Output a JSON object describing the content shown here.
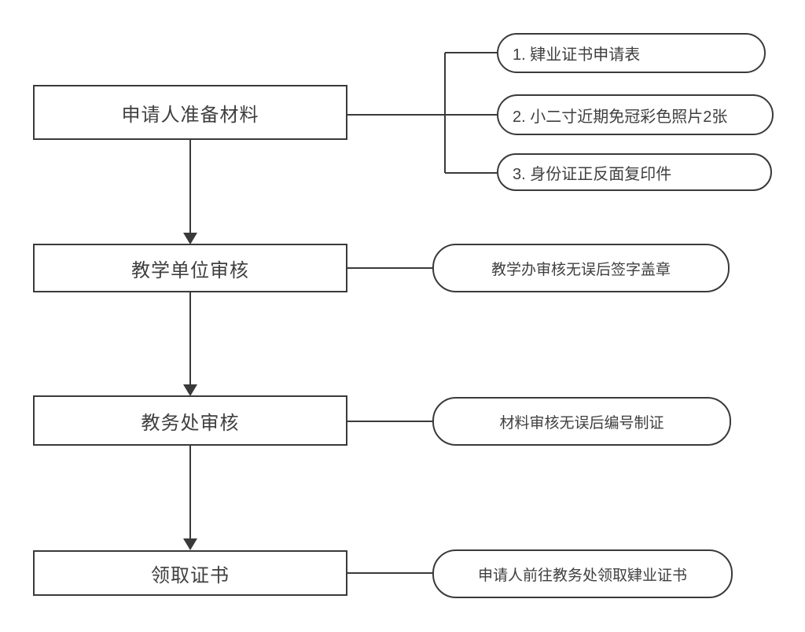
{
  "diagram": {
    "type": "flowchart",
    "colors": {
      "background": "#ffffff",
      "stroke": "#3a3a3a",
      "text": "#3f3f3f"
    },
    "steps": [
      {
        "id": "prepare-materials",
        "label": "申请人准备材料"
      },
      {
        "id": "teaching-unit-review",
        "label": "教学单位审核"
      },
      {
        "id": "academic-affairs-review",
        "label": "教务处审核"
      },
      {
        "id": "receive-certificate",
        "label": "领取证书"
      }
    ],
    "materials": [
      {
        "label": "1. 肄业证书申请表"
      },
      {
        "label": "2. 小二寸近期免冠彩色照片2张"
      },
      {
        "label": "3. 身份证正反面复印件"
      }
    ],
    "notes": [
      {
        "label": "教学办审核无误后签字盖章"
      },
      {
        "label": "材料审核无误后编号制证"
      },
      {
        "label": "申请人前往教务处领取肄业证书"
      }
    ]
  }
}
